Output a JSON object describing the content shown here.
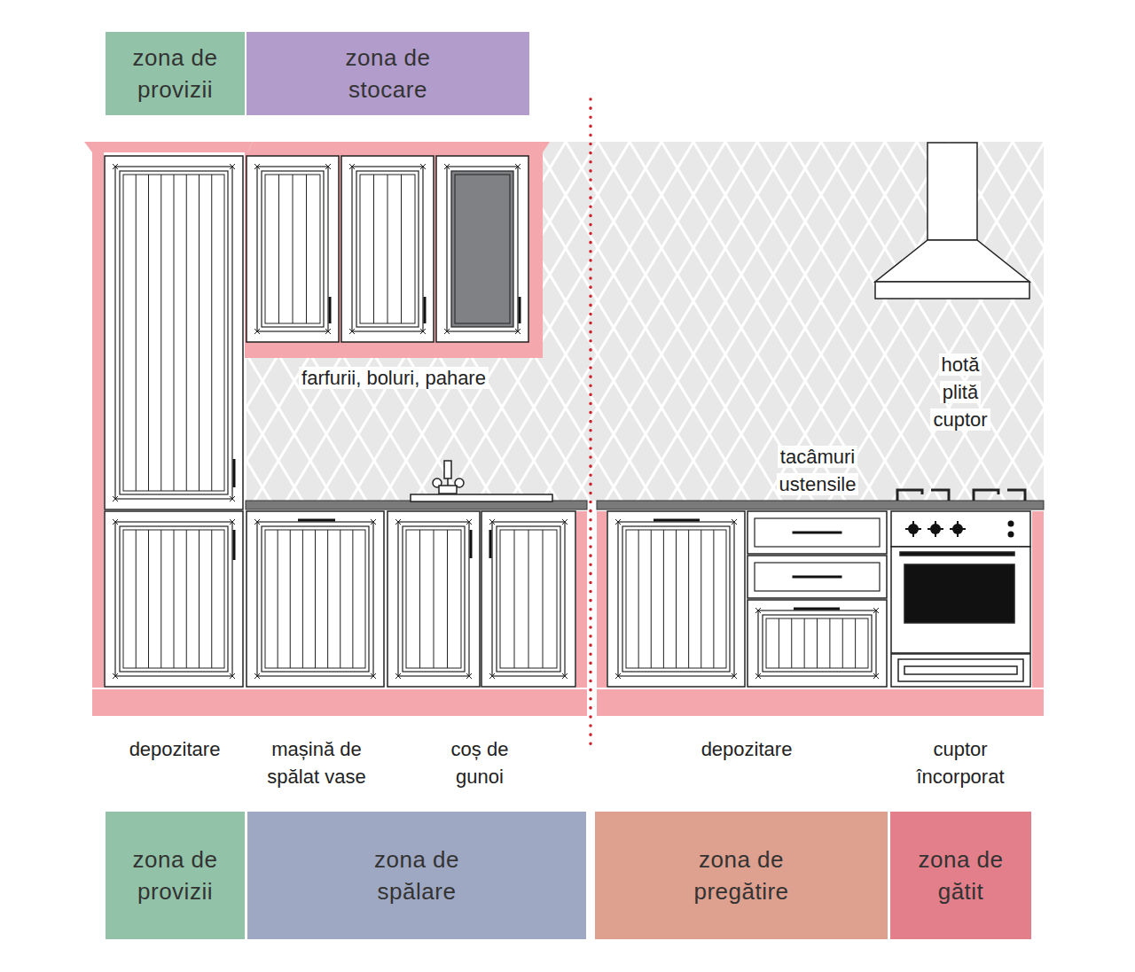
{
  "diagram": {
    "nodes": [
      {
        "text": [
          "zona de provizii"
        ]
      },
      {
        "text": [
          "zona de stocare"
        ]
      },
      {
        "text": [
          "zona de provizii"
        ]
      },
      {
        "text": [
          "zona de spălare"
        ]
      },
      {
        "text": [
          "zona de pregătire"
        ]
      },
      {
        "text": [
          "zona de gătit"
        ]
      }
    ],
    "labels": [
      "farfurii, boluri, pahare",
      "tacâmuri ustensile",
      "hotă plită cuptor",
      "depozitare",
      "mașină de spălat vase",
      "coș de gunoi",
      "depozitare",
      "cuptor încorporat"
    ]
  }
}
